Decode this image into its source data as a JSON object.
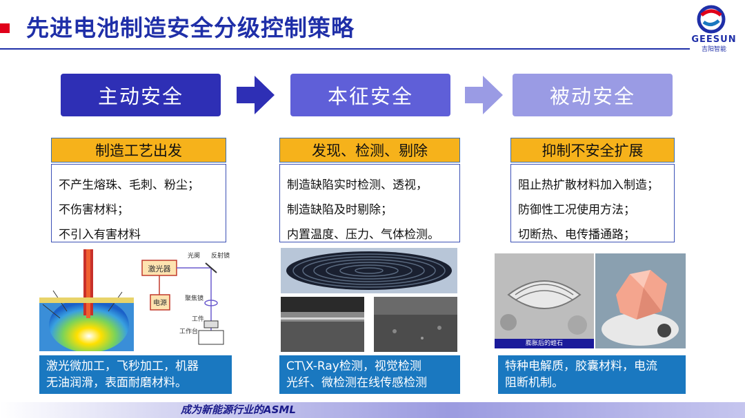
{
  "header": {
    "title": "先进电池制造安全分级控制策略",
    "logo_text": "GEESUN",
    "logo_sub": "吉阳智能"
  },
  "columns": [
    {
      "block_label": "主动安全",
      "heading": "制造工艺出发",
      "items": [
        "不产生熔珠、毛刺、粉尘；",
        "不伤害材料；",
        "不引入有害材料"
      ],
      "caption": [
        "激光微加工，飞秒加工，机器",
        "无油润滑，表面耐磨材料。"
      ]
    },
    {
      "block_label": "本征安全",
      "heading": "发现、检测、剔除",
      "items": [
        "制造缺陷实时检测、透视，",
        "制造缺陷及时剔除；",
        "内置温度、压力、气体检测。"
      ],
      "caption": [
        "CT\\X-Ray检测，视觉检测",
        "光纤、微检测在线传感检测"
      ]
    },
    {
      "block_label": "被动安全",
      "heading": "抑制不安全扩展",
      "items": [
        "阻止热扩散材料加入制造；",
        "防御性工况使用方法；",
        "切断热、电传播通路；"
      ],
      "caption": [
        "特种电解质，胶囊材料，电流",
        "阻断机制。"
      ]
    }
  ],
  "diagram_labels": {
    "laser": "激光器",
    "power": "电源",
    "aperture": "光阑",
    "mirror": "反射镜",
    "focus_lens": "聚焦镜",
    "workpiece": "工件",
    "stage": "工作台"
  },
  "sem_caption": "膨胀后的蛭石",
  "footer_text": "成为新能源行业的ASML",
  "colors": {
    "title_blue": "#1f2fa8",
    "block1": "#2e2fb5",
    "block2": "#5f5fd8",
    "block3": "#9a9be4",
    "heading_orange": "#f6b21b",
    "caption_blue": "#1a78c0",
    "accent_red": "#e0001a"
  }
}
